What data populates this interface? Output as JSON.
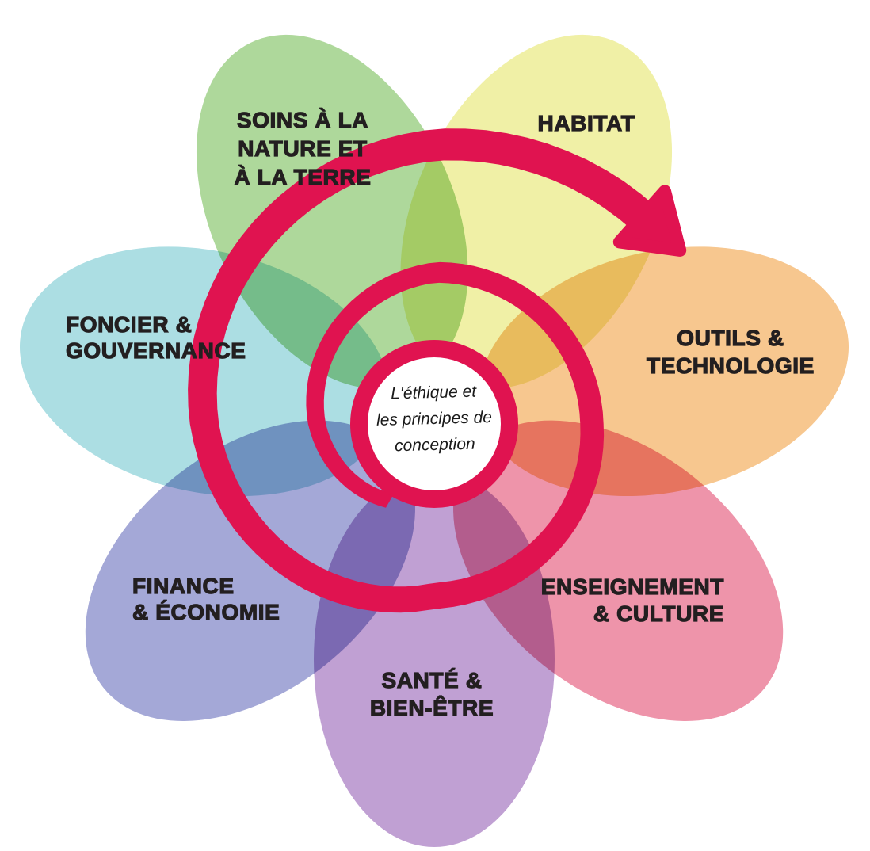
{
  "diagram": {
    "kind": "permaculture-flower",
    "background": "#ffffff",
    "label_text_color": "#231f20"
  },
  "center": {
    "lines": [
      "L'éthique et",
      "les principes de",
      "conception"
    ],
    "ring_color": "#e01350",
    "fill_color": "#ffffff",
    "text_color": "#1a1a1a"
  },
  "spiral": {
    "color": "#e01350",
    "arrow": "clockwise-outward-arrow"
  },
  "petals": [
    {
      "id": "soins",
      "label_lines": [
        "SOINS À LA",
        "NATURE ET",
        "À LA TERRE"
      ],
      "color": "#aed89b"
    },
    {
      "id": "habitat",
      "label_lines": [
        "HABITAT"
      ],
      "color": "#f0f0a6"
    },
    {
      "id": "outils",
      "label_lines": [
        "OUTILS &",
        "TECHNOLOGIE"
      ],
      "color": "#f7c78f"
    },
    {
      "id": "enseignement",
      "label_lines": [
        "ENSEIGNEMENT",
        "& CULTURE"
      ],
      "color": "#ee94aa"
    },
    {
      "id": "sante",
      "label_lines": [
        "SANTÉ &",
        "BIEN-ÊTRE"
      ],
      "color": "#c0a0d3"
    },
    {
      "id": "finance",
      "label_lines": [
        "FINANCE",
        "& ÉCONOMIE"
      ],
      "color": "#a4a8d7"
    },
    {
      "id": "foncier",
      "label_lines": [
        "FONCIER &",
        "GOUVERNANCE"
      ],
      "color": "#acdee3"
    }
  ]
}
